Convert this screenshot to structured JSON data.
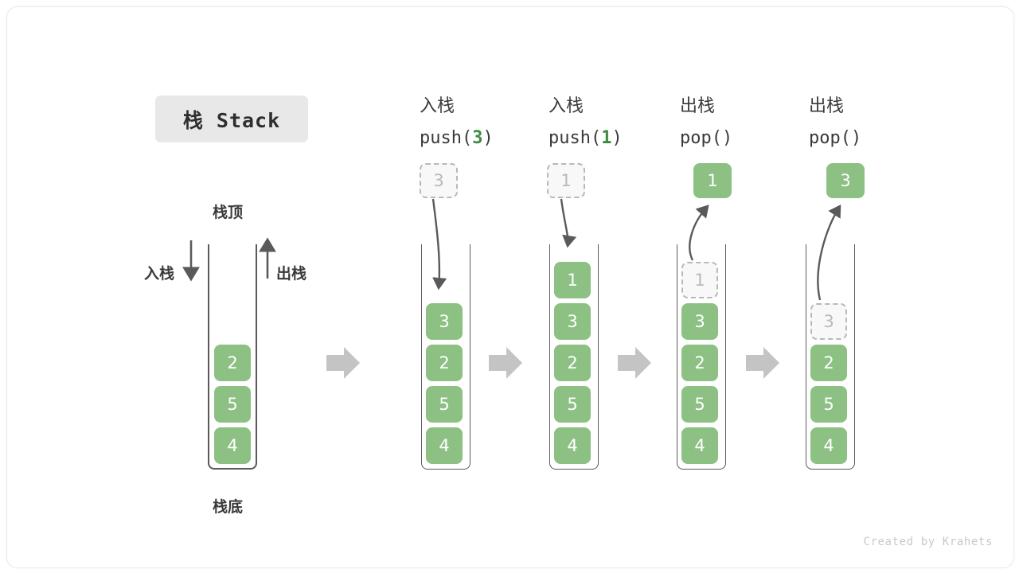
{
  "title": "栈 Stack",
  "labels": {
    "top": "栈顶",
    "bottom": "栈底",
    "push": "入栈",
    "pop": "出栈"
  },
  "watermark": "Created by Krahets",
  "colors": {
    "element": "#8cc183",
    "element_text": "#ffffff",
    "ghost_fill": "#f8f8f8",
    "ghost_border": "#b8b8b8",
    "ghost_text": "#b9b9b9",
    "container_border": "#5a5a5a",
    "arrow": "#5a5a5a",
    "block_arrow": "#c4c4c4",
    "accent_number": "#3d8b41",
    "chip_bg": "#e8e8e8",
    "text": "#3a3a3a"
  },
  "base_stack": {
    "name": "栈 Stack",
    "items": [
      "2",
      "5",
      "4"
    ],
    "top_label": "栈顶",
    "bottom_label": "栈底",
    "in_label": "入栈",
    "out_label": "出栈"
  },
  "steps": [
    {
      "id": "push-3",
      "op_cn": "入栈",
      "op_code_prefix": "push(",
      "op_code_arg": "3",
      "op_code_suffix": ")",
      "floating": {
        "value": "3",
        "style": "ghost",
        "position": "above"
      },
      "items": [
        "3",
        "2",
        "5",
        "4"
      ],
      "ghost_index": -1,
      "arrow_direction": "down"
    },
    {
      "id": "push-1",
      "op_cn": "入栈",
      "op_code_prefix": "push(",
      "op_code_arg": "1",
      "op_code_suffix": ")",
      "floating": {
        "value": "1",
        "style": "ghost",
        "position": "above"
      },
      "items": [
        "1",
        "3",
        "2",
        "5",
        "4"
      ],
      "ghost_index": -1,
      "arrow_direction": "down"
    },
    {
      "id": "pop-1",
      "op_cn": "出栈",
      "op_code_prefix": "pop(",
      "op_code_arg": "",
      "op_code_suffix": ")",
      "floating": {
        "value": "1",
        "style": "solid",
        "position": "above"
      },
      "items": [
        "1",
        "3",
        "2",
        "5",
        "4"
      ],
      "ghost_index": 0,
      "arrow_direction": "up"
    },
    {
      "id": "pop-3",
      "op_cn": "出栈",
      "op_code_prefix": "pop(",
      "op_code_arg": "",
      "op_code_suffix": ")",
      "floating": {
        "value": "3",
        "style": "solid",
        "position": "above"
      },
      "items": [
        "3",
        "2",
        "5",
        "4"
      ],
      "ghost_index": 0,
      "arrow_direction": "up"
    }
  ]
}
